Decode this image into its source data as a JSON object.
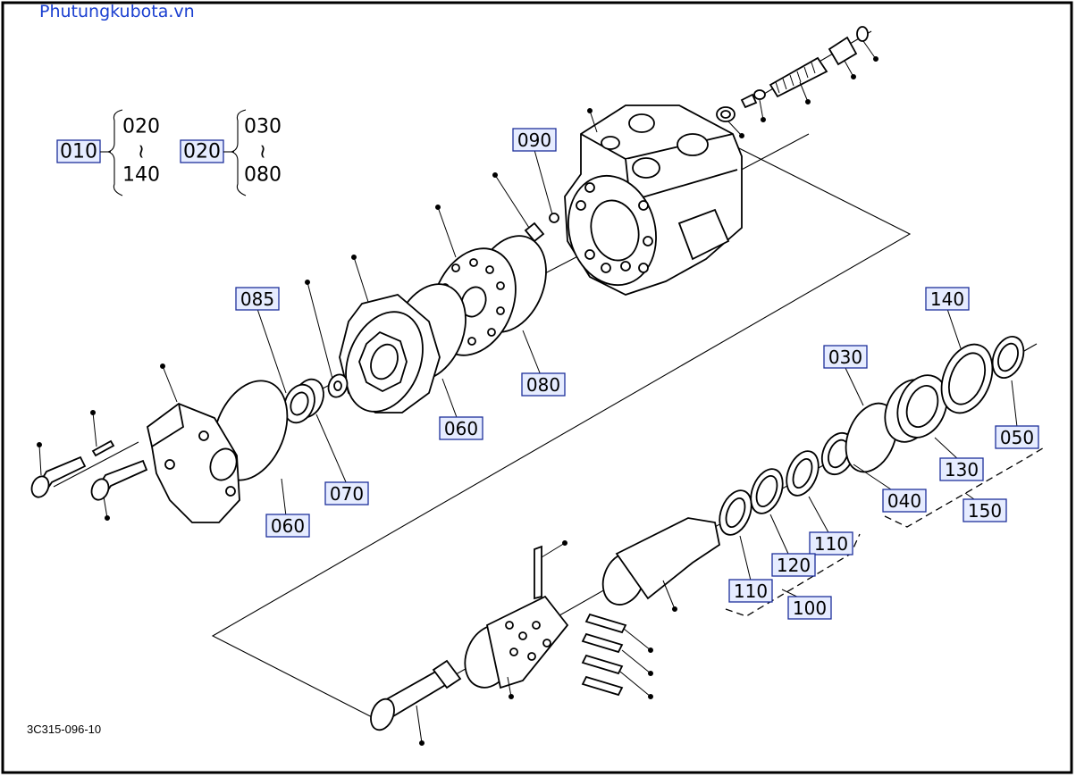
{
  "header": {
    "site": "Phutungkubota.vn"
  },
  "footer": {
    "figure_code": "3C315-096-10"
  },
  "legend": [
    {
      "ref": "010",
      "from": "020",
      "tilde": "≀",
      "to": "140"
    },
    {
      "ref": "020",
      "from": "030",
      "tilde": "≀",
      "to": "080"
    }
  ],
  "labels": {
    "l090": "090",
    "l085": "085",
    "l080": "080",
    "l060a": "060",
    "l060b": "060",
    "l070": "070",
    "l030": "030",
    "l140": "140",
    "l050": "050",
    "l130": "130",
    "l040": "040",
    "l150": "150",
    "l110a": "110",
    "l110b": "110",
    "l120": "120",
    "l100": "100"
  }
}
